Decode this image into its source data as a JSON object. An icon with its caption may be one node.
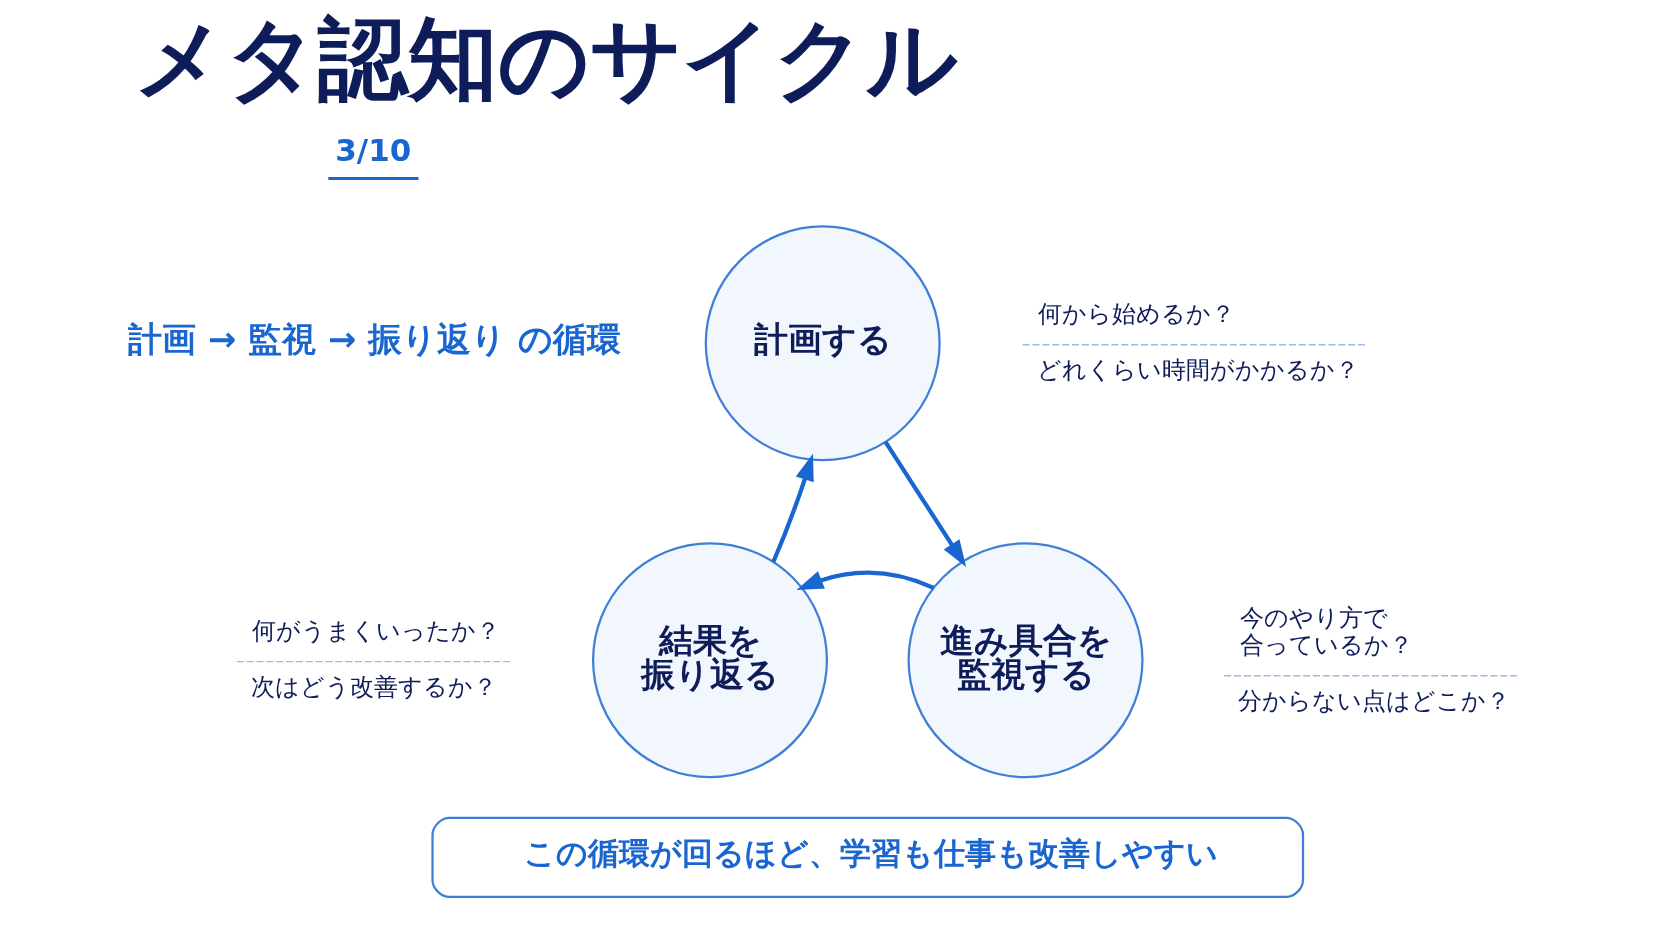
{
  "diagram": {
    "title": "メタ認知のサイクル",
    "nodes": [
      {
        "text": [
          "計画する"
        ],
        "beside": [
          "何から始めるか？",
          "どれくらい時間がかかるか？"
        ]
      },
      {
        "text": [
          "進み具合を監視する"
        ],
        "beside": [
          "今のやり方で合っているか？",
          "分からない点はどこか？"
        ]
      },
      {
        "text": [
          "結果を振り返る"
        ],
        "beside": [
          "何がうまくいったか？",
          "次はどう改善するか？"
        ]
      },
      {
        "text": [
          "この循環が回るほど、学習も仕事も改善しやすい"
        ]
      }
    ],
    "edges": [
      {
        "from": 0,
        "to": 1,
        "arrow": "to"
      },
      {
        "from": 1,
        "to": 2,
        "arrow": "to"
      },
      {
        "from": 2,
        "to": 0,
        "arrow": "to"
      }
    ],
    "labels": [
      "3/10",
      "計画 → 監視 → 振り返り の循環"
    ]
  }
}
